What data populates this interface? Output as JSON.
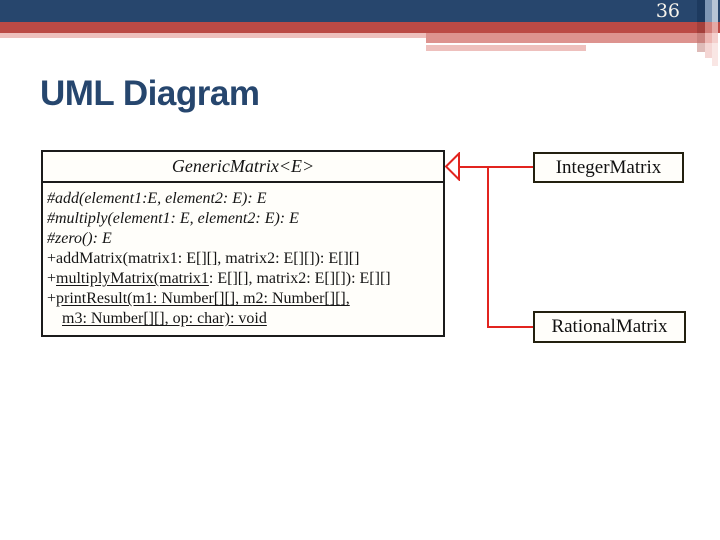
{
  "slide": {
    "page_number": "36",
    "title": "UML Diagram"
  },
  "colors": {
    "band_blue": "#27466d",
    "band_red": "#bb4a45",
    "band_pink": "#dd938f",
    "band_pink_light": "#eec0bd",
    "title_blue": "#26466e",
    "connector_red": "#e2241f",
    "box_bg": "#fffefa"
  },
  "uml": {
    "generic_class": {
      "name": "GenericMatrix<E>",
      "members": [
        {
          "italic": true,
          "indent": false,
          "segments": [
            {
              "t": "#add(element1:E, element2: E): E",
              "u": false
            }
          ]
        },
        {
          "italic": true,
          "indent": false,
          "segments": [
            {
              "t": "#multiply(element1: E, element2: E): E",
              "u": false
            }
          ]
        },
        {
          "italic": true,
          "indent": false,
          "segments": [
            {
              "t": "#zero(): E",
              "u": false
            }
          ]
        },
        {
          "italic": false,
          "indent": false,
          "segments": [
            {
              "t": "+addMatrix(matrix1: E[][], matrix2: E[][]): E[][]",
              "u": false
            }
          ]
        },
        {
          "italic": false,
          "indent": false,
          "segments": [
            {
              "t": "+",
              "u": false
            },
            {
              "t": "multiplyMatrix(matrix1",
              "u": true
            },
            {
              "t": ": E[][], matrix2: E[][]): E[][]",
              "u": false
            }
          ]
        },
        {
          "italic": false,
          "indent": false,
          "segments": [
            {
              "t": "+",
              "u": false
            },
            {
              "t": "printResult(m1: Number[][], m2: Number[][],",
              "u": true
            }
          ]
        },
        {
          "italic": false,
          "indent": true,
          "segments": [
            {
              "t": "m3: Number[][], op: char): void",
              "u": true
            }
          ]
        }
      ]
    },
    "subclasses": [
      {
        "name": "IntegerMatrix"
      },
      {
        "name": "RationalMatrix"
      }
    ]
  }
}
